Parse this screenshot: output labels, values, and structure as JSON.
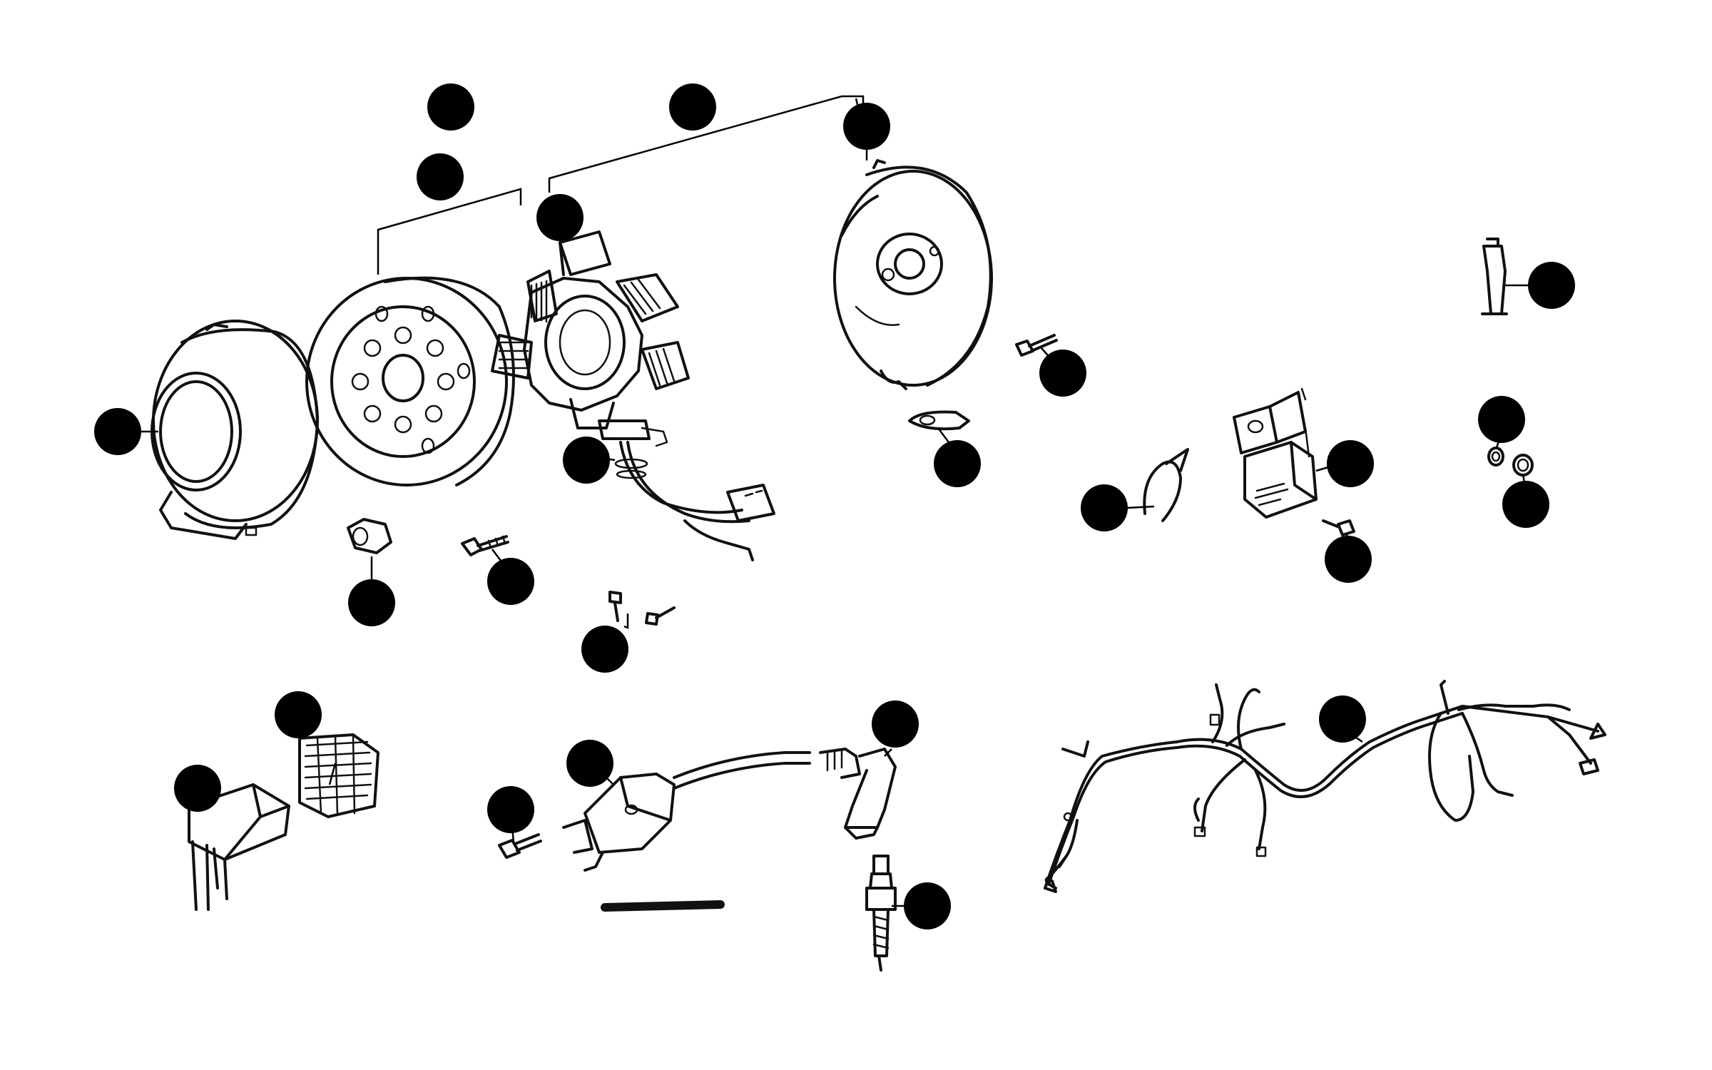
{
  "diagram": {
    "parts": [
      {
        "id": "flywheel-cover",
        "kind": "part"
      },
      {
        "id": "flywheel-rotor",
        "kind": "part"
      },
      {
        "id": "stator",
        "kind": "part"
      },
      {
        "id": "stator-plate",
        "kind": "part"
      },
      {
        "id": "pickup-clip",
        "kind": "part"
      },
      {
        "id": "flywheel-nut",
        "kind": "hardware"
      },
      {
        "id": "bolt-a",
        "kind": "hardware"
      },
      {
        "id": "screws-b",
        "kind": "hardware"
      },
      {
        "id": "bolt-c",
        "kind": "hardware"
      },
      {
        "id": "cable-tie",
        "kind": "part"
      },
      {
        "id": "relay",
        "kind": "part"
      },
      {
        "id": "relay-screw",
        "kind": "hardware"
      },
      {
        "id": "bulb-fuse",
        "kind": "part"
      },
      {
        "id": "grommets",
        "kind": "hardware"
      },
      {
        "id": "regulator",
        "kind": "part"
      },
      {
        "id": "cdi-unit",
        "kind": "part"
      },
      {
        "id": "ignition-coil",
        "kind": "part"
      },
      {
        "id": "spark-plug-cap",
        "kind": "part"
      },
      {
        "id": "spark-plug",
        "kind": "part"
      },
      {
        "id": "wiring-harness",
        "kind": "part"
      },
      {
        "id": "coil-bolt",
        "kind": "hardware"
      },
      {
        "id": "ground-strap",
        "kind": "part"
      }
    ],
    "callout_count": 23
  }
}
